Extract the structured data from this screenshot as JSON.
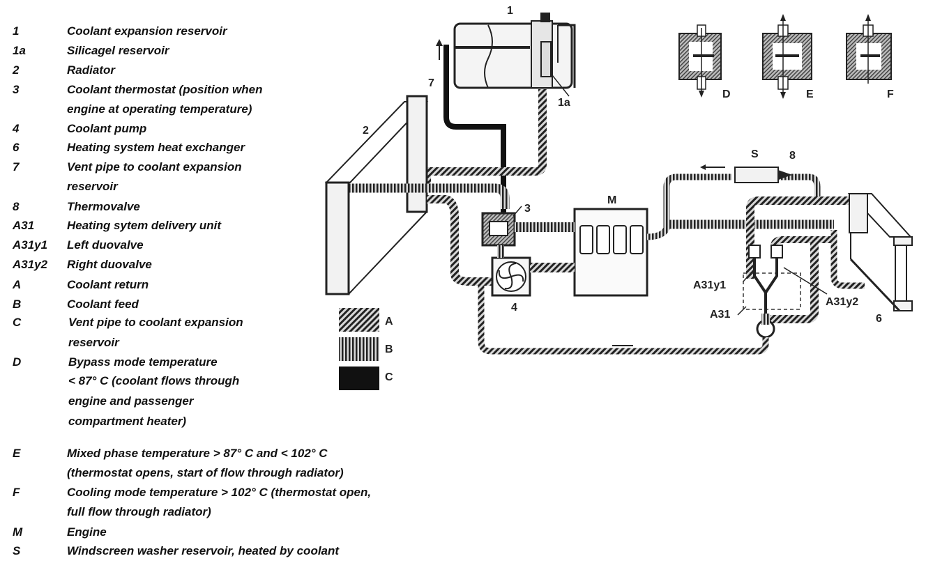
{
  "legend": [
    {
      "code": "1",
      "lines": [
        "Coolant expansion reservoir"
      ]
    },
    {
      "code": "1a",
      "lines": [
        "Silicagel reservoir"
      ]
    },
    {
      "code": "2",
      "lines": [
        "Radiator"
      ]
    },
    {
      "code": "3",
      "lines": [
        "Coolant thermostat (position when",
        "engine at operating temperature)"
      ]
    },
    {
      "code": "4",
      "lines": [
        "Coolant pump"
      ]
    },
    {
      "code": "6",
      "lines": [
        "Heating system heat exchanger"
      ]
    },
    {
      "code": "7",
      "lines": [
        "Vent pipe to coolant expansion",
        "reservoir"
      ]
    },
    {
      "code": "8",
      "lines": [
        "Thermovalve"
      ]
    },
    {
      "code": "A31",
      "lines": [
        "Heating sytem delivery unit"
      ]
    },
    {
      "code": "A31y1",
      "lines": [
        "Left duovalve"
      ]
    },
    {
      "code": "A31y2",
      "lines": [
        "Right duovalve"
      ]
    },
    {
      "code": "A",
      "lines": [
        "Coolant return"
      ]
    },
    {
      "code": "B",
      "lines": [
        "Coolant feed"
      ]
    },
    {
      "code": "C",
      "lines": [
        "Vent pipe to coolant expansion",
        "reservoir"
      ]
    },
    {
      "code": "D",
      "lines": [
        "Bypass mode temperature",
        "< 87° C (coolant flows through",
        "engine and passenger",
        "compartment heater)"
      ]
    },
    {
      "code": "E",
      "lines": [
        "Mixed phase temperature > 87° C and < 102° C",
        "(thermostat opens, start of flow through radiator)"
      ]
    },
    {
      "code": "F",
      "lines": [
        "Cooling mode temperature > 102° C (thermostat open,",
        "full flow through radiator)"
      ]
    },
    {
      "code": "M",
      "lines": [
        "Engine"
      ]
    },
    {
      "code": "S",
      "lines": [
        "Windscreen washer reservoir, heated by coolant"
      ]
    }
  ],
  "diagram": {
    "labels": {
      "reservoir": "1",
      "silicagel": "1a",
      "radiator": "2",
      "thermostat": "3",
      "pump": "4",
      "heat_exchanger": "6",
      "vent_pipe": "7",
      "thermovalve": "8",
      "washer": "S",
      "engine": "M",
      "delivery_unit": "A31",
      "left_duovalve": "A31y1",
      "right_duovalve": "A31y2",
      "mode_d": "D",
      "mode_e": "E",
      "mode_f": "F"
    },
    "key": [
      {
        "code": "A",
        "pattern": "diagonal"
      },
      {
        "code": "B",
        "pattern": "vertical"
      },
      {
        "code": "C",
        "pattern": "solid"
      }
    ]
  }
}
